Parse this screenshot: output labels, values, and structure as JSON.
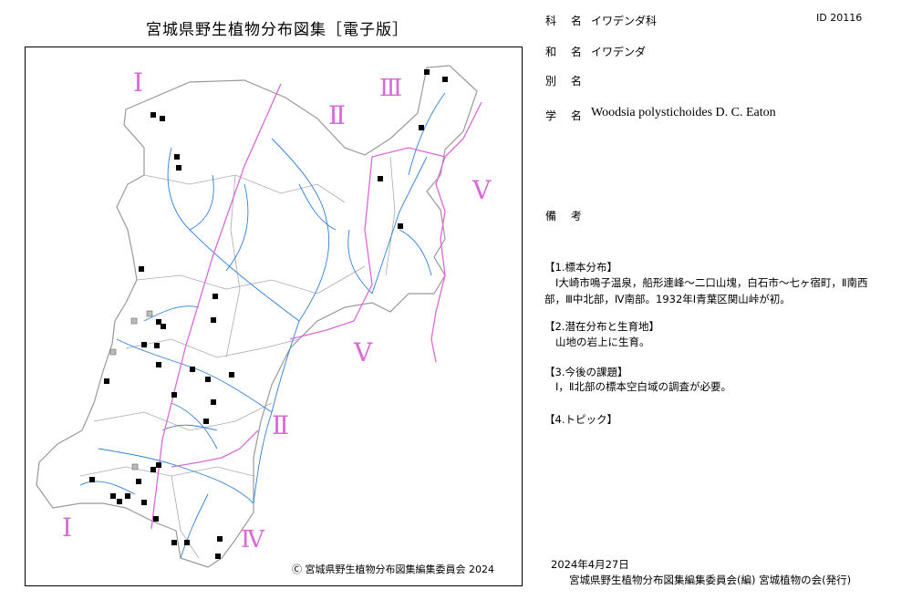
{
  "map": {
    "title": "宮城県野生植物分布図集［電子版］",
    "copyright": "Ⓒ 宮城県野生植物分布図集編集委員会 2024",
    "region_labels": [
      "Ⅰ",
      "Ⅱ",
      "Ⅲ",
      "Ⅴ",
      "Ⅴ",
      "Ⅱ",
      "Ⅰ",
      "Ⅳ"
    ],
    "colors": {
      "river": "#2f7fd8",
      "boundary": "#999999",
      "division": "#d86ad8",
      "marker": "#000000",
      "label": "#d86ad8"
    }
  },
  "record": {
    "family_label": "科 名",
    "family": "イワデンダ科",
    "id": "ID 20116",
    "japanese_label": "和 名",
    "japanese": "イワデンダ",
    "alias_label": "別 名",
    "alias": "",
    "scientific_label": "学 名",
    "scientific": "Woodsia polystichoides D. C. Eaton",
    "remarks_label": "備 考"
  },
  "sections": {
    "s1_title": "【1.標本分布】",
    "s1_body": "Ⅰ大崎市鳴子温泉，船形連峰～二口山塊，白石市～七ヶ宿町，Ⅱ南西部，Ⅲ中北部，Ⅳ南部。1932年Ⅰ青葉区関山峠が初。",
    "s2_title": "【2.潜在分布と生育地】",
    "s2_body": "山地の岩上に生育。",
    "s3_title": "【3.今後の課題】",
    "s3_body": "Ⅰ，Ⅱ北部の標本空白域の調査が必要。",
    "s4_title": "【4.トピック】"
  },
  "footer": {
    "date": "2024年4月27日",
    "publisher": "宮城県野生植物分布図集編集委員会(編) 宮城植物の会(発行)"
  }
}
